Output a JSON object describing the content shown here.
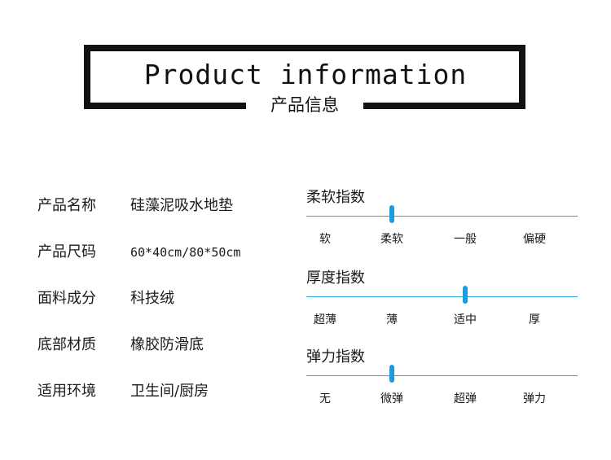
{
  "header": {
    "title": "Product information",
    "subtitle": "产品信息"
  },
  "specs": [
    {
      "label": "产品名称",
      "value": "硅藻泥吸水地垫"
    },
    {
      "label": "产品尺码",
      "value": "60*40cm/80*50cm"
    },
    {
      "label": "面料成分",
      "value": "科技绒"
    },
    {
      "label": "底部材质",
      "value": "橡胶防滑底"
    },
    {
      "label": "适用环境",
      "value": "卫生间/厨房"
    }
  ],
  "indices": [
    {
      "title": "柔软指数",
      "levels": [
        "软",
        "柔软",
        "一般",
        "偏硬"
      ],
      "marker_level": 1
    },
    {
      "title": "厚度指数",
      "levels": [
        "超薄",
        "薄",
        "适中",
        "厚"
      ],
      "marker_level": 2
    },
    {
      "title": "弹力指数",
      "levels": [
        "无",
        "微弹",
        "超弹",
        "弹力"
      ],
      "marker_level": 1
    }
  ],
  "colors": {
    "accent": "#1c9be0",
    "frame": "#111111"
  }
}
